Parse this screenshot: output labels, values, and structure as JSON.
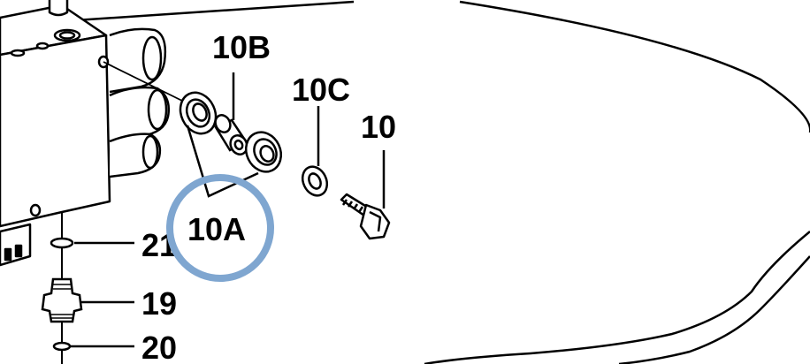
{
  "diagram": {
    "callouts": {
      "c10": "10",
      "c10a": "10A",
      "c10b": "10B",
      "c10c": "10C",
      "c19": "19",
      "c20": "20",
      "c21": "21"
    },
    "highlight_color": "#7fa6d0",
    "line_color": "#000000"
  }
}
